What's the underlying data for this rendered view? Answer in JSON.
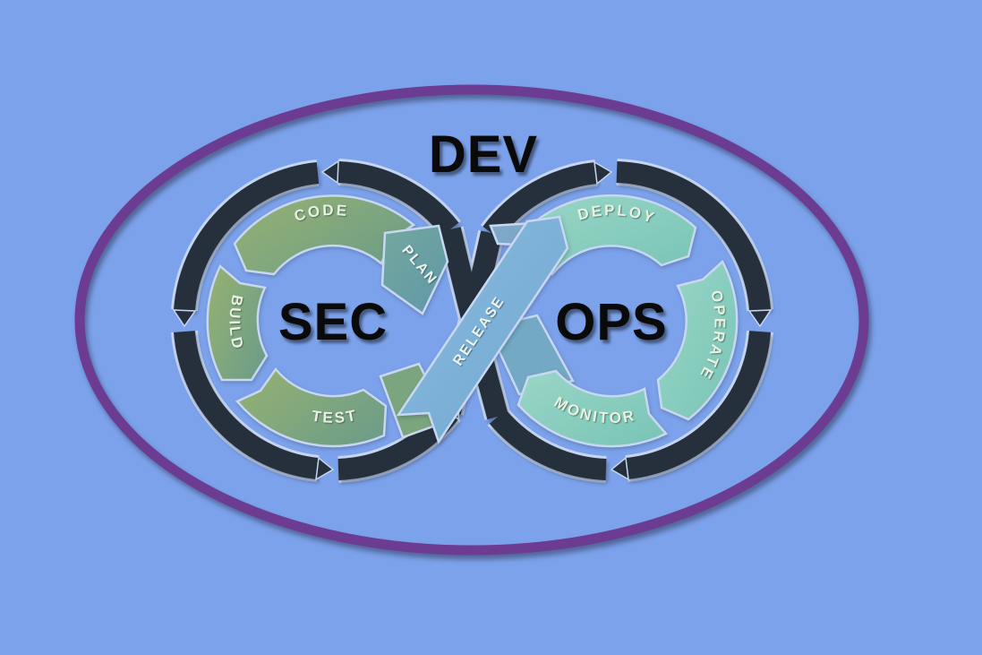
{
  "diagram": {
    "type": "devsecops-infinity-loop",
    "title": "DevSecOps infinity loop"
  },
  "labels": {
    "dev": "DEV",
    "sec": "SEC",
    "ops": "OPS"
  },
  "left_loop": {
    "code": "CODE",
    "build": "BUILD",
    "test": "TEST",
    "plan": "PLAN"
  },
  "right_loop": {
    "deploy": "DEPLOY",
    "operate": "OPERATE",
    "monitor": "MONITOR",
    "release": "RELEASE"
  },
  "colors": {
    "background": "#7CA2EB",
    "ellipse": "#6C3C92",
    "dark_band": "#25303C",
    "left_ring_from": "#93B073",
    "left_ring_to": "#6B9C89",
    "right_ring_from": "#9AD6C6",
    "right_ring_to": "#78C4B6",
    "plan_from": "#74A89E",
    "plan_to": "#5F97A8",
    "release_from": "#8CBCE0",
    "release_to": "#6FA6CE",
    "fragment_steel": "#73A9C4",
    "fragment_green": "#7BA57E",
    "fragment_blue": "#7FA8C8",
    "ring_label_text": "#E9F1E3",
    "title_text": "#0A0A0B"
  }
}
